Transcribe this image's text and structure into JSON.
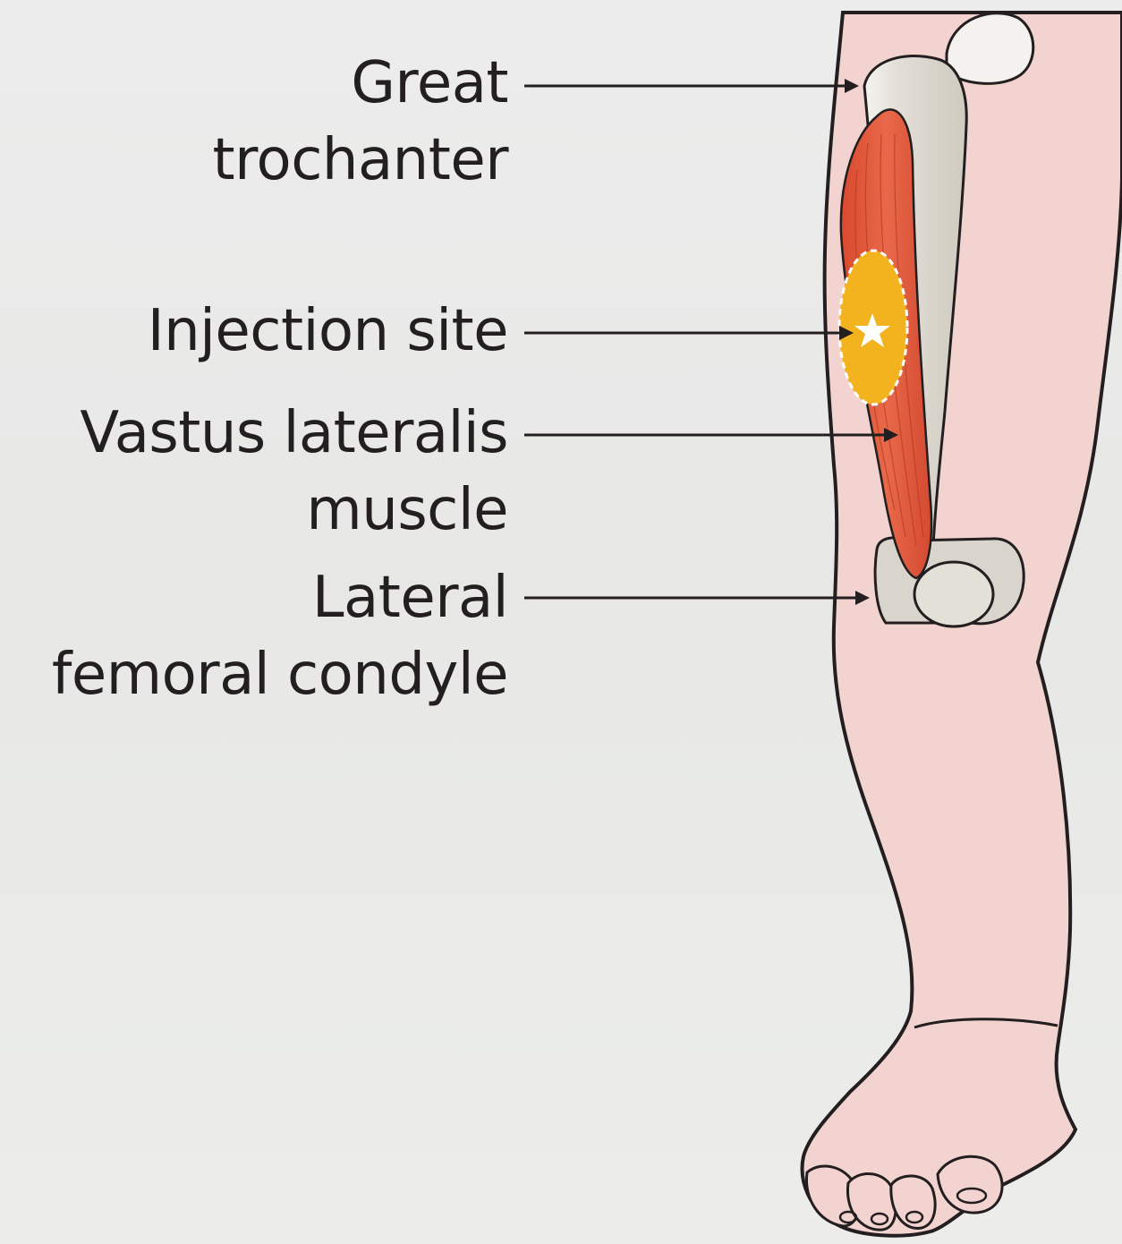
{
  "labels": {
    "great_trochanter": [
      "Great",
      "trochanter"
    ],
    "injection_site": [
      "Injection site"
    ],
    "vastus_lateralis": [
      "Vastus lateralis",
      "muscle"
    ],
    "lateral_femoral_condyle": [
      "Lateral",
      "femoral condyle"
    ]
  },
  "colors": {
    "background": "#ebebea",
    "skin": "#f2d3cf",
    "skin_outline": "#231f20",
    "bone": "#dcd8cf",
    "bone_highlight": "#f3f2ee",
    "muscle": "#e05a3c",
    "injection_area": "#f2b31e",
    "leader_line": "#231f20"
  }
}
